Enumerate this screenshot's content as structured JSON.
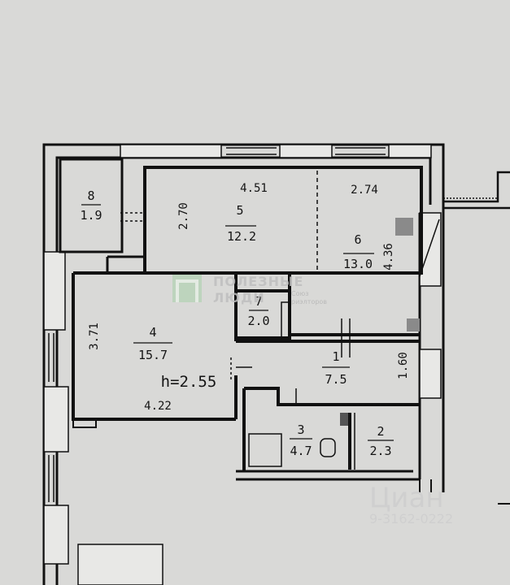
{
  "rooms": [
    {
      "number": "1",
      "area": "7.5"
    },
    {
      "number": "2",
      "area": "2.3"
    },
    {
      "number": "3",
      "area": "4.7"
    },
    {
      "number": "4",
      "area": "15.7"
    },
    {
      "number": "5",
      "area": "12.2"
    },
    {
      "number": "6",
      "area": "13.0"
    },
    {
      "number": "7",
      "area": "2.0"
    },
    {
      "number": "8",
      "area": "1.9"
    }
  ],
  "dimensions": {
    "room5_width": "4.51",
    "room5_depth": "2.70",
    "room6_width": "2.74",
    "room6_depth": "4.36",
    "room4_width": "4.22",
    "room4_depth": "3.71",
    "room1_depth": "1.60"
  },
  "ceiling_height": "h=2.55",
  "watermark": {
    "line1": "ПОЛЕЗНЫЕ",
    "line2": "ЛЮДИ",
    "sub1": "Союз",
    "sub2": "риэлторов"
  },
  "cian": {
    "brand": "Циан",
    "id": "9-3162-0222"
  }
}
